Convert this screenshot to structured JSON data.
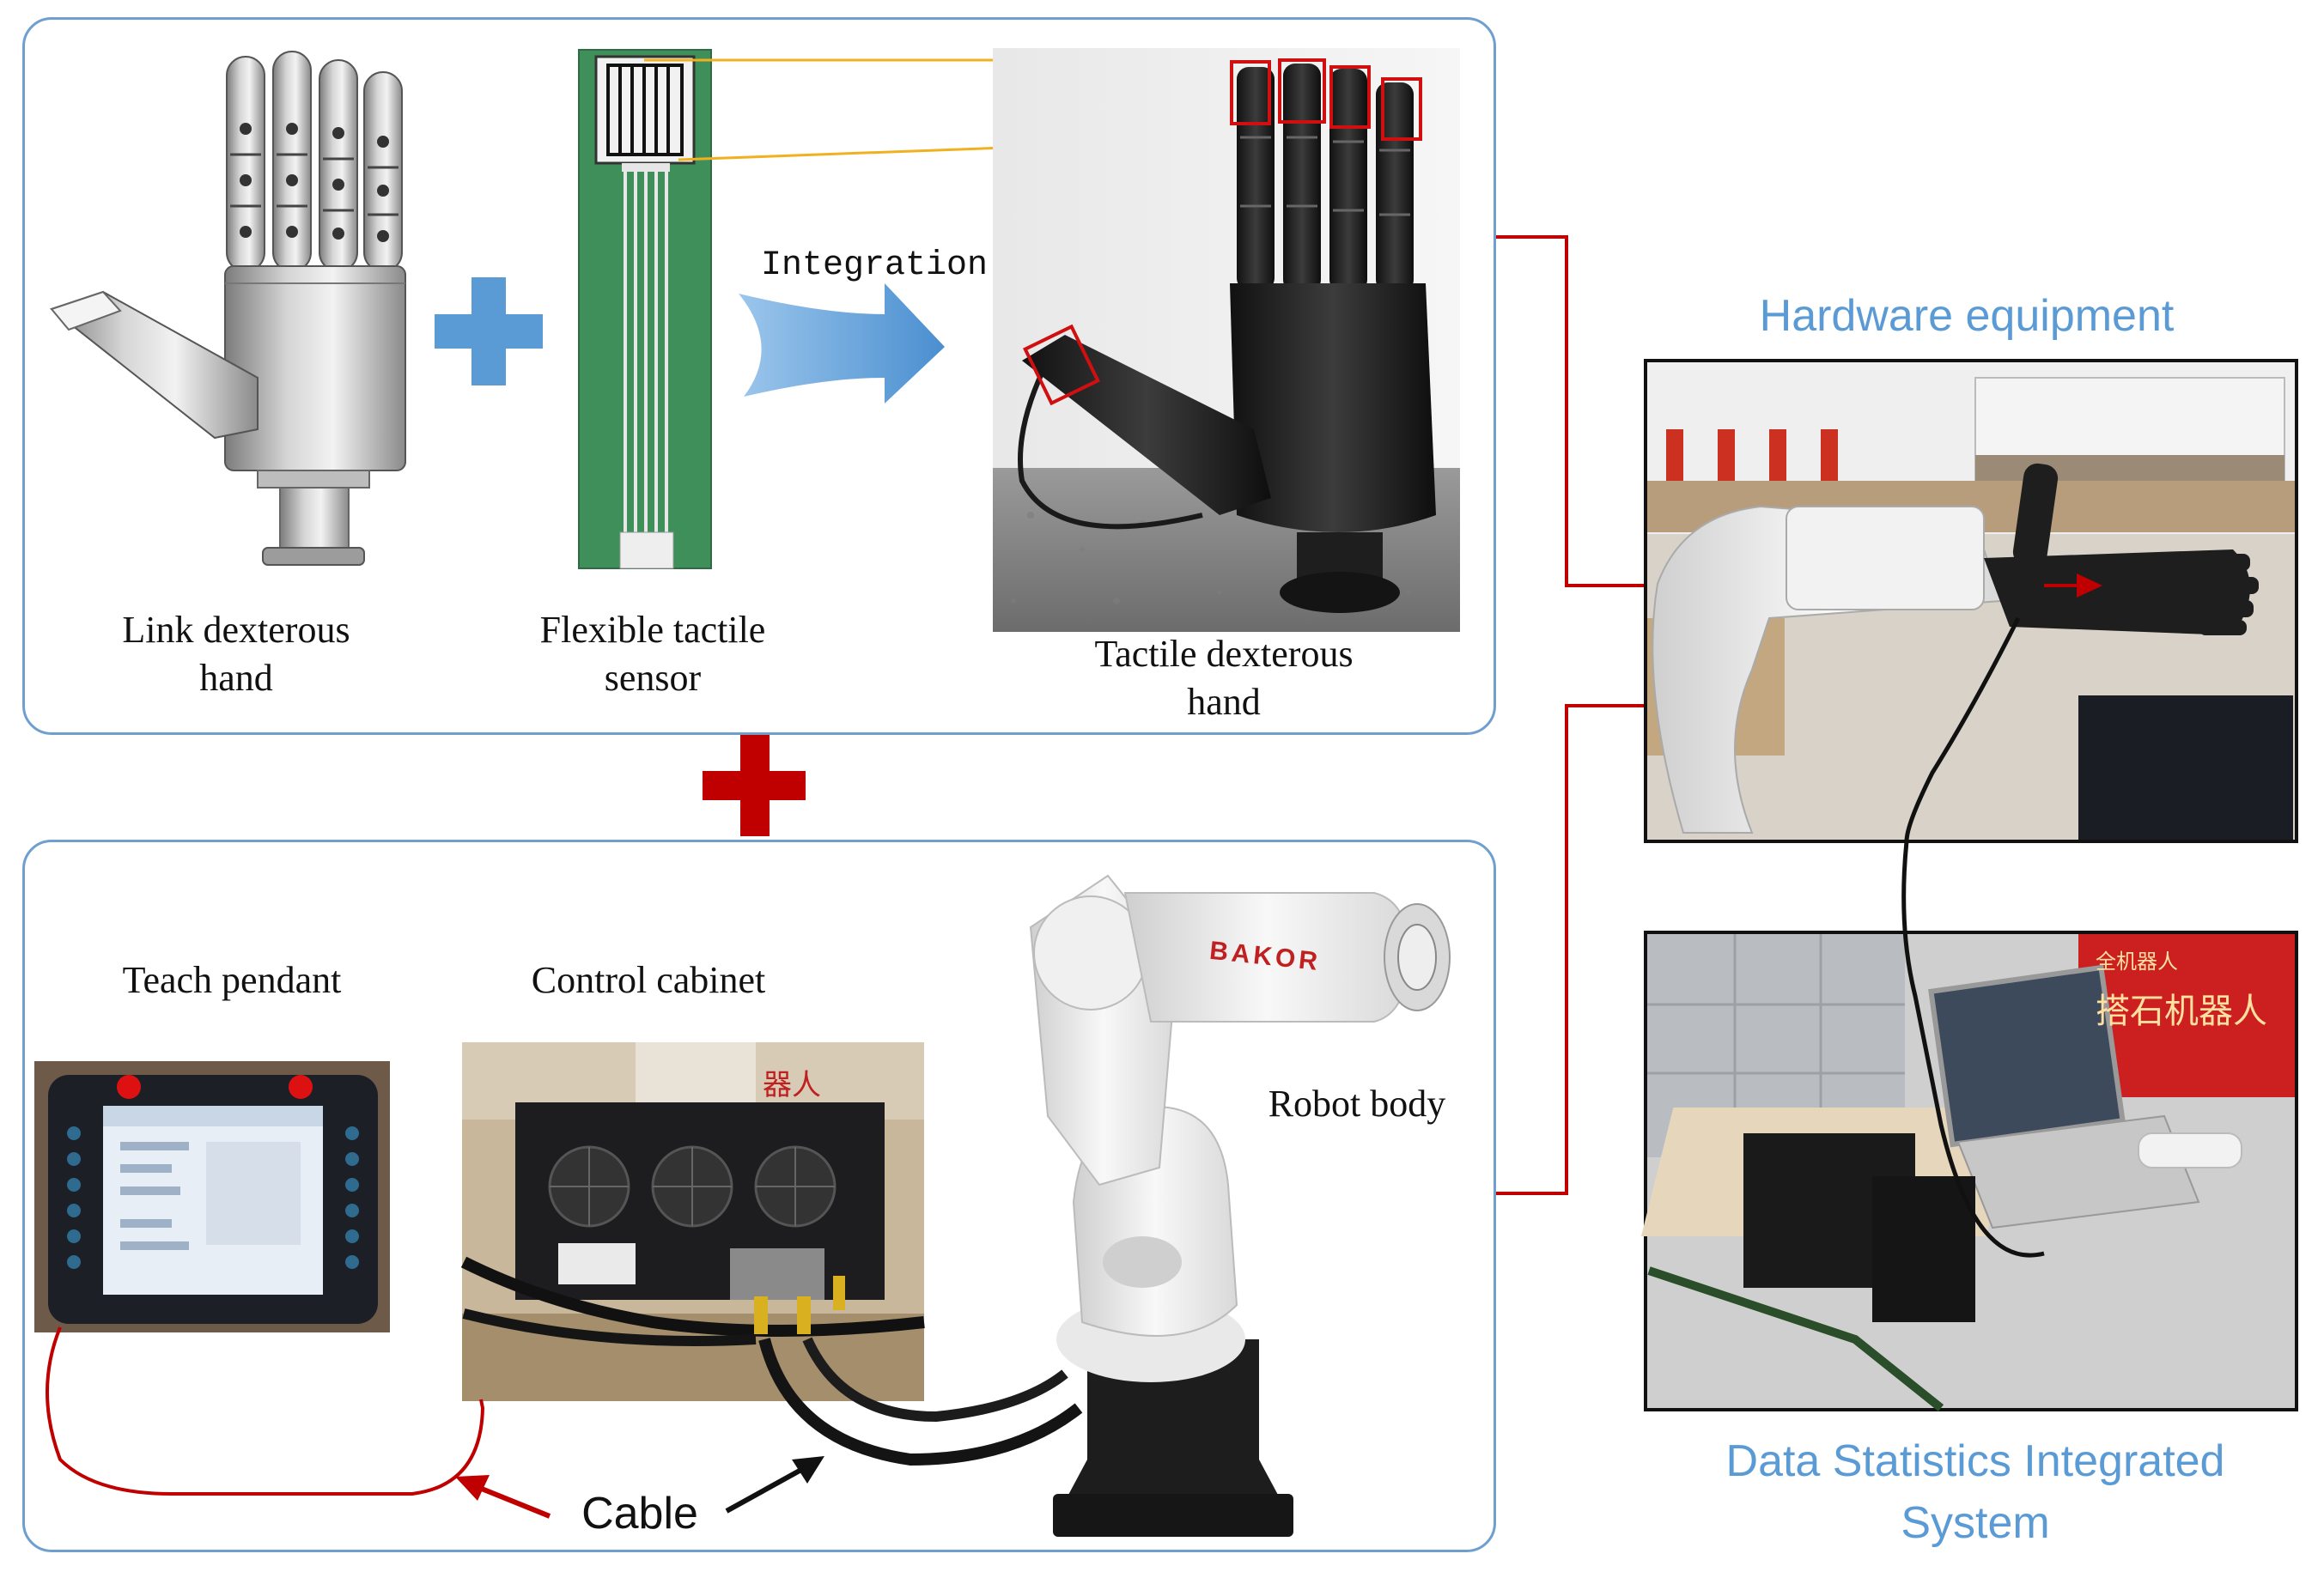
{
  "labels": {
    "link_hand_1": "Link dexterous",
    "link_hand_2": "hand",
    "sensor_1": "Flexible tactile",
    "sensor_2": "sensor",
    "integration": "Integration",
    "tactile_hand_1": "Tactile dexterous",
    "tactile_hand_2": "hand",
    "teach_pendant": "Teach pendant",
    "control_cabinet": "Control cabinet",
    "robot_body": "Robot body",
    "cable": "Cable",
    "hardware": "Hardware equipment",
    "data_system_1": "Data Statistics Integrated",
    "data_system_2": "System",
    "robot_brand": "BAKOR",
    "cabinet_sign": "器人",
    "lab_sign_1": "全机器人",
    "lab_sign_2": "搭石机器人"
  },
  "colors": {
    "panel_border": "#6f9fcf",
    "title_blue": "#5b9bd5",
    "plus_blue": "#5b9bd5",
    "plus_red": "#c00000",
    "connector_red": "#c00000",
    "highlight_box": "#d01010",
    "sensor_line": "#f0b020",
    "sensor_green": "#3f8f5a",
    "hand_black": "#2a2a2a"
  },
  "icons": {
    "plus_blue": "plus-icon",
    "plus_red": "plus-icon",
    "integration_arrow": "arrow-right-icon"
  }
}
